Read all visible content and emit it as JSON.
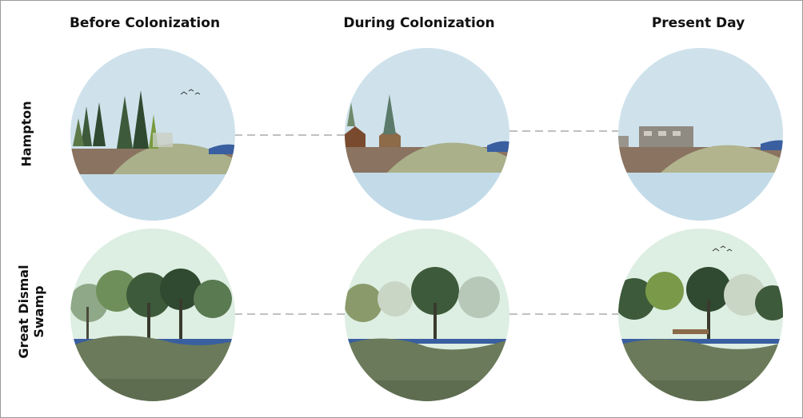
{
  "columns": {
    "before": "Before Colonization",
    "during": "During Colonization",
    "present": "Present Day"
  },
  "rows": {
    "hampton": "Hampton",
    "swamp_line1": "Great Dismal",
    "swamp_line2": "Swamp"
  },
  "colors": {
    "sky_coastal": "#cfe2ec",
    "sky_swamp": "#ddeee2",
    "soil": "#8a7360",
    "dune": "#a9b08a",
    "water": "#3a5fa0",
    "marsh": "#6b7a5a",
    "dash": "#9a9a9a"
  }
}
